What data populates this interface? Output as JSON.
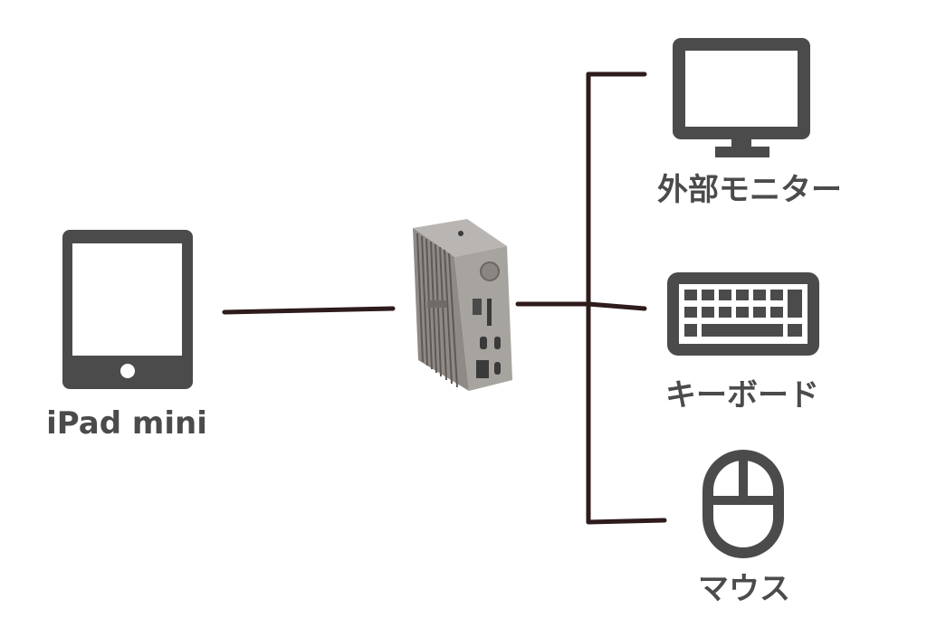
{
  "source": {
    "label": "iPad mini",
    "icon": "tablet-icon"
  },
  "hub": {
    "icon": "usb-c-dock-icon"
  },
  "outputs": [
    {
      "label": "外部モニター",
      "icon": "monitor-icon"
    },
    {
      "label": "キーボード",
      "icon": "keyboard-icon"
    },
    {
      "label": "マウス",
      "icon": "mouse-icon"
    }
  ],
  "colors": {
    "icon": "#4b4b4b",
    "connector": "#2e1b1b",
    "background": "#ffffff"
  }
}
